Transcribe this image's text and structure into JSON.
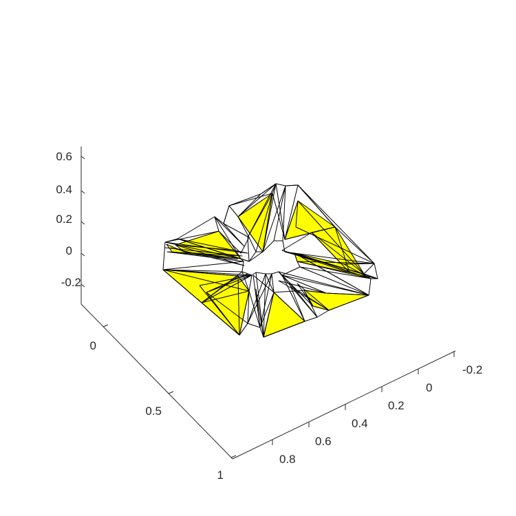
{
  "chart_data": {
    "type": "3d-mesh",
    "title": "",
    "xlabel": "",
    "ylabel": "",
    "zlabel": "",
    "grid": false,
    "x_axis": {
      "ticks": [
        "-0.2",
        "0",
        "0.2",
        "0.4",
        "0.6",
        "0.8"
      ]
    },
    "y_axis": {
      "ticks": [
        "0",
        "0.5",
        "1"
      ]
    },
    "z_axis": {
      "ticks": [
        "0.6",
        "0.4",
        "0.2",
        "0",
        "-0.2"
      ]
    },
    "mesh": {
      "shape": "square ring of tetrahedra",
      "face_color": "#ffff00",
      "edge_color": "#000000"
    }
  }
}
